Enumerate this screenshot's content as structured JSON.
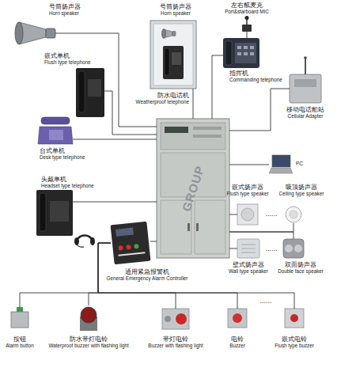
{
  "diagram": {
    "nodes": [
      {
        "text": [
          "号筒扬声器",
          "Horn speaker"
        ]
      },
      {
        "text": [
          "号筒扬声器",
          "Horn speaker"
        ]
      },
      {
        "text": [
          "左右舷麦克",
          "Port&starboard MIC"
        ]
      },
      {
        "text": [
          "嵌式单机",
          "Flush type telephone"
        ]
      },
      {
        "text": [
          "防水电话机",
          "Weatherproof telephone"
        ]
      },
      {
        "text": [
          "指挥机",
          "Commanding telephone"
        ]
      },
      {
        "text": [
          "移动电话船站",
          "Cellular Adapter"
        ]
      },
      {
        "text": [
          "台式单机",
          "Desk type telephone"
        ]
      },
      {
        "text": []
      },
      {
        "text": [
          "PC"
        ]
      },
      {
        "text": [
          "头戴单机",
          "Headset type telephone"
        ]
      },
      {
        "text": [
          "嵌式扬声器",
          "Flush type speaker"
        ]
      },
      {
        "text": [
          "吸顶扬声器",
          "Ceiling type speaker"
        ]
      },
      {
        "text": [
          "壁式扬声器",
          "Wall type speaker"
        ]
      },
      {
        "text": [
          "双面扬声器",
          "Double face speaker"
        ]
      },
      {
        "text": [
          "通用紧急报警机",
          "General Emergency Alarm Controller"
        ]
      },
      {
        "text": [
          "按钮",
          "Alarm button"
        ]
      },
      {
        "text": [
          "防水带灯电铃",
          "Waterproof buzzer with flashing light"
        ]
      },
      {
        "text": [
          "带灯电铃",
          "Buzzer with flashing light"
        ]
      },
      {
        "text": [
          "电铃",
          "Buzzer"
        ]
      },
      {
        "text": [
          "嵌式电铃",
          "Flush type buzzer"
        ]
      }
    ],
    "edges": [
      {
        "from": 0,
        "to": 8,
        "arrow": "none"
      },
      {
        "from": 3,
        "to": 8,
        "arrow": "none"
      },
      {
        "from": 7,
        "to": 8,
        "arrow": "none"
      },
      {
        "from": 10,
        "to": 8,
        "arrow": "none"
      },
      {
        "from": 4,
        "to": 8,
        "arrow": "none"
      },
      {
        "from": 2,
        "to": 5,
        "arrow": "none"
      },
      {
        "from": 5,
        "to": 8,
        "arrow": "none"
      },
      {
        "from": 6,
        "to": 8,
        "arrow": "none"
      },
      {
        "from": 9,
        "to": 8,
        "arrow": "none"
      },
      {
        "from": 8,
        "to": 11,
        "arrow": "none"
      },
      {
        "from": 8,
        "to": 12,
        "arrow": "none"
      },
      {
        "from": 8,
        "to": 13,
        "arrow": "none"
      },
      {
        "from": 8,
        "to": 14,
        "arrow": "none"
      },
      {
        "from": 8,
        "to": 15,
        "arrow": "none"
      },
      {
        "from": 15,
        "to": 16,
        "arrow": "none"
      },
      {
        "from": 15,
        "to": 17,
        "arrow": "none"
      },
      {
        "from": 15,
        "to": 18,
        "arrow": "none"
      },
      {
        "from": 15,
        "to": 19,
        "arrow": "none"
      },
      {
        "from": 15,
        "to": 20,
        "arrow": "none"
      }
    ],
    "labels": [
      "......",
      "......",
      "......",
      "GROUP"
    ]
  }
}
